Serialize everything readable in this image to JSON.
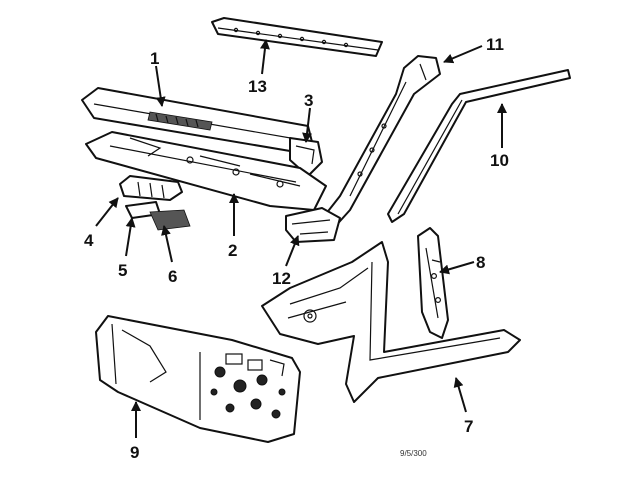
{
  "callouts": [
    {
      "id": "1",
      "label": "1"
    },
    {
      "id": "2",
      "label": "2"
    },
    {
      "id": "3",
      "label": "3"
    },
    {
      "id": "4",
      "label": "4"
    },
    {
      "id": "5",
      "label": "5"
    },
    {
      "id": "6",
      "label": "6"
    },
    {
      "id": "7",
      "label": "7"
    },
    {
      "id": "8",
      "label": "8"
    },
    {
      "id": "9",
      "label": "9"
    },
    {
      "id": "10",
      "label": "10"
    },
    {
      "id": "11",
      "label": "11"
    },
    {
      "id": "12",
      "label": "12"
    },
    {
      "id": "13",
      "label": "13"
    }
  ],
  "drawing_code": "9/5/300",
  "colors": {
    "ink": "#111111",
    "background": "#ffffff"
  }
}
